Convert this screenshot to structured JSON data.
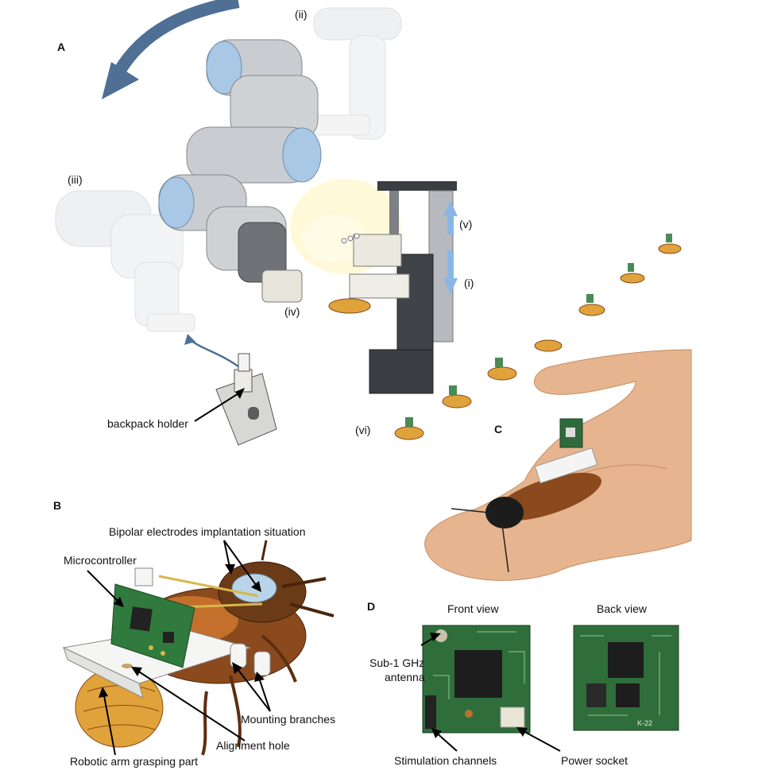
{
  "panels": {
    "a": "A",
    "b": "B",
    "c": "C",
    "d": "D"
  },
  "panel_a": {
    "steps": {
      "i": "(i)",
      "ii": "(ii)",
      "iii": "(iii)",
      "iv": "(iv)",
      "v": "(v)",
      "vi": "(vi)"
    },
    "backpack_holder": "backpack holder"
  },
  "panel_b": {
    "bipolar_electrodes": "Bipolar electrodes implantation situation",
    "microcontroller": "Microcontroller",
    "mounting_branches": "Mounting branches",
    "alignment_hole": "Alignment hole",
    "robotic_arm_grasping_part": "Robotic arm grasping part"
  },
  "panel_d": {
    "front_view": "Front view",
    "back_view": "Back view",
    "antenna_line1": "Sub-1 GHz",
    "antenna_line2": "antenna",
    "stimulation_channels": "Stimulation channels",
    "power_socket": "Power socket",
    "board_marking": "K-22"
  },
  "colors": {
    "robot_gray": "#c9ccd0",
    "robot_blue": "#a8c8e6",
    "arrow_blue": "#4f6f95",
    "stage_blue": "#8ab6e6",
    "pcb_green": "#2f7a3c",
    "cockroach_brown": "#8a4a1e",
    "cockroach_orange": "#e0a23a",
    "skin": "#e6b48e"
  }
}
